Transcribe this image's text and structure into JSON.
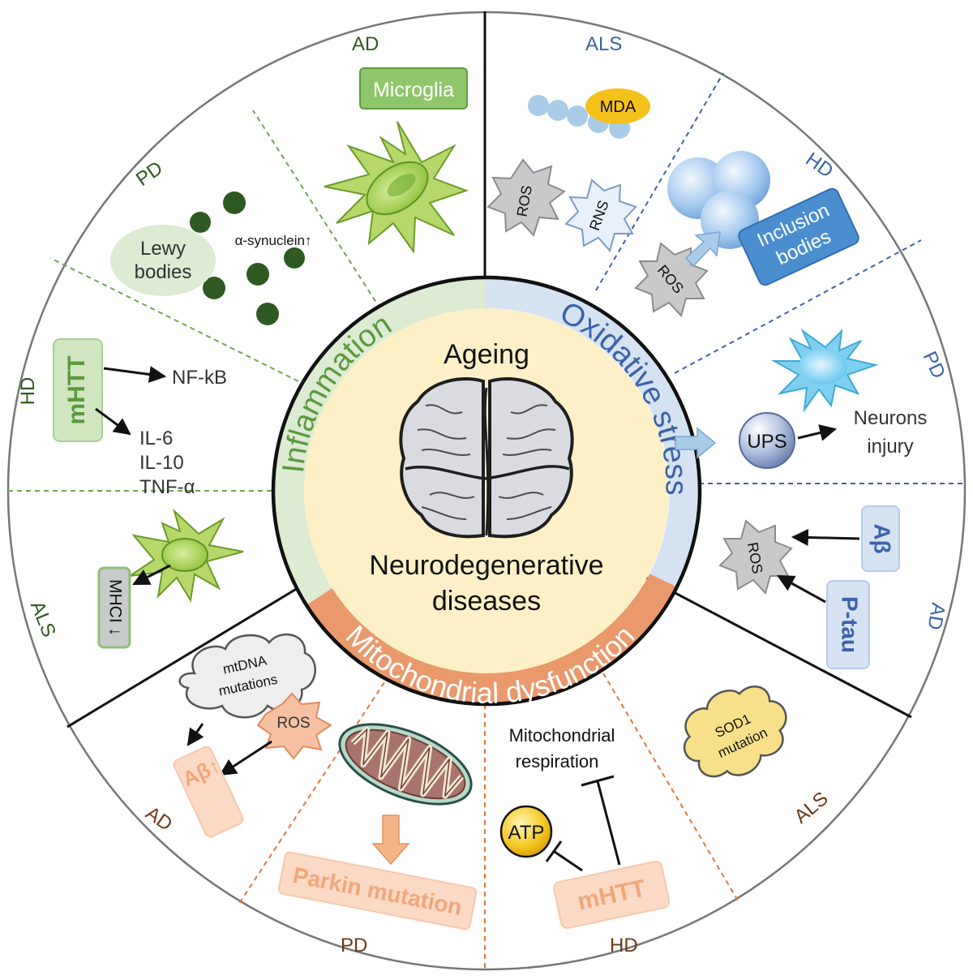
{
  "center": {
    "title": "Ageing",
    "subtitle_line1": "Neurodegenerative",
    "subtitle_line2": "diseases"
  },
  "rings": {
    "inflammation": "Inflammation",
    "oxidative": "Oxidative stress",
    "mito": "Mitochondrial dysfunction"
  },
  "inflammation": {
    "ad": {
      "disease": "AD",
      "box": "Microglia"
    },
    "pd": {
      "disease": "PD",
      "lewy": [
        "Lewy",
        "bodies"
      ],
      "synuclein": "α-synuclein↑"
    },
    "hd": {
      "disease": "HD",
      "box": "mHTT",
      "nfkb": "NF-kB",
      "cytokines": [
        "IL-6",
        "IL-10",
        "TNF-α"
      ]
    },
    "als": {
      "disease": "ALS",
      "box": "MHCI ↓"
    }
  },
  "oxidative": {
    "als": {
      "disease": "ALS",
      "mda": "MDA",
      "ros": "ROS",
      "rns": "RNS"
    },
    "hd": {
      "disease": "HD",
      "ros": "ROS",
      "box": [
        "Inclusion",
        "bodies"
      ]
    },
    "pd": {
      "disease": "PD",
      "ups": "UPS",
      "neurons": [
        "Neurons",
        "injury"
      ]
    },
    "ad": {
      "disease": "AD",
      "ros": "ROS",
      "abeta": "Aβ",
      "ptau": "P-tau"
    }
  },
  "mito": {
    "ad": {
      "disease": "AD",
      "cloud": [
        "mtDNA",
        "mutations"
      ],
      "ros": "ROS",
      "box": "Aβ↑"
    },
    "pd": {
      "disease": "PD",
      "box": "Parkin mutation"
    },
    "hd": {
      "disease": "HD",
      "resp": [
        "Mitochondrial",
        "respiration"
      ],
      "atp": "ATP",
      "box": "mHTT"
    },
    "als": {
      "disease": "ALS",
      "cloud": [
        "SOD1",
        "mutation"
      ]
    }
  },
  "colors": {
    "inflammation": "#5b9a3c",
    "inflammation_ring": "#dcebd2",
    "oxidative": "#3b63a8",
    "oxidative_ring": "#d5e2f2",
    "mito": "#e0783e",
    "mito_ring": "#e9996b",
    "center": "#fdf0c7",
    "dark_green": "#2e5a21",
    "dark_brown": "#6b3a1a"
  }
}
